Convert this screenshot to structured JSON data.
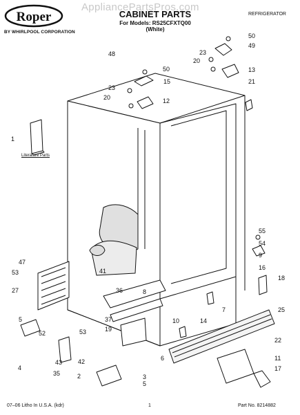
{
  "header": {
    "brand": "Roper",
    "corporation": "BY WHIRLPOOL CORPORATION",
    "title": "CABINET PARTS",
    "models": "For Models: RS25CFXTQ00",
    "finish": "(White)",
    "category": "REFRIGERATOR",
    "watermark": "AppliancePartsPros.com"
  },
  "literature_label": "Literature Parts",
  "footer": {
    "left": "07–06 Litho In U.S.A. (kdr)",
    "page": "1",
    "part": "Part No. 8214882"
  },
  "callouts": [
    "48",
    "50",
    "15",
    "23",
    "20",
    "12",
    "50",
    "49",
    "23",
    "20",
    "13",
    "21",
    "1",
    "55",
    "54",
    "9",
    "16",
    "18",
    "41",
    "47",
    "53",
    "27",
    "36",
    "8",
    "37",
    "10",
    "14",
    "7",
    "19",
    "25",
    "22",
    "5",
    "52",
    "53",
    "43",
    "42",
    "4",
    "35",
    "6",
    "11",
    "17",
    "2",
    "3",
    "5"
  ]
}
